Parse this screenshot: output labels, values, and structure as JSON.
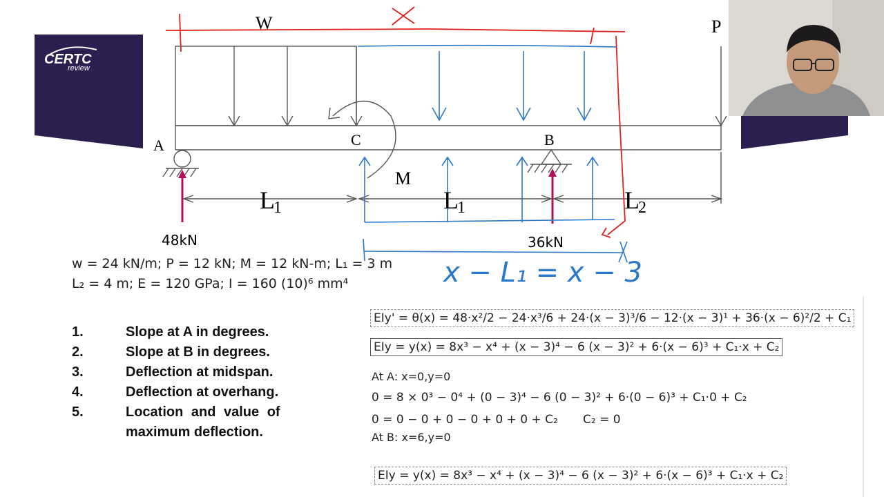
{
  "logo": {
    "brand": "CERTC",
    "sub": "review"
  },
  "diagram": {
    "labels": {
      "w": "W",
      "p": "P",
      "a": "A",
      "c": "C",
      "b": "B",
      "m": "M",
      "l1_left": "L",
      "l1_left_sub": "1",
      "l1_right": "L",
      "l1_right_sub": "1",
      "l2": "L",
      "l2_sub": "2",
      "reaction_a": "48kN",
      "reaction_b": "36kN",
      "hand_x": "x",
      "hand_eq": "x − L₁ = x − 3"
    },
    "colors": {
      "beam": "#444444",
      "red_ink": "#e0201c",
      "blue_ink": "#2a78c8",
      "reaction": "#b0105a"
    }
  },
  "given": {
    "line1": "w = 24 kN/m; P = 12 kN; M = 12 kN-m; L₁ = 3 m",
    "line2": "L₂ = 4 m; E = 120 GPa; I = 160 (10)⁶ mm⁴"
  },
  "questions": [
    {
      "num": "1.",
      "text": "Slope at A in degrees."
    },
    {
      "num": "2.",
      "text": "Slope at B in degrees."
    },
    {
      "num": "3.",
      "text": "Deflection at midspan."
    },
    {
      "num": "4.",
      "text": "Deflection at overhang."
    },
    {
      "num": "5.",
      "text": "Location and value of"
    },
    {
      "num": "",
      "text": "maximum deflection."
    }
  ],
  "equations": {
    "slope": "EIy' = θ(x) = 48·x²/2 − 24·x³/6 + 24·(x − 3)³/6 − 12·(x − 3)¹ + 36·(x − 6)²/2 + C₁",
    "deflection": "EIy = y(x) = 8x³ − x⁴ + (x − 3)⁴ − 6 (x − 3)² + 6·(x − 6)³ + C₁·x + C₂",
    "at_a_label": "At A:  x=0,y=0",
    "at_a_eq": "0 = 8 × 0³ − 0⁴ + (0 − 3)⁴ − 6 (0 − 3)² + 6·(0 − 6)³ + C₁·0 + C₂",
    "at_a_result": "0 = 0 − 0 + 0 − 0 + 0 + 0 + C₂",
    "c2": "C₂ = 0",
    "at_b_label": "At B: x=6,y=0",
    "deflection_repeat": "EIy = y(x) = 8x³ − x⁴ + (x − 3)⁴ − 6 (x − 3)² + 6·(x − 6)³ + C₁·x + C₂"
  }
}
